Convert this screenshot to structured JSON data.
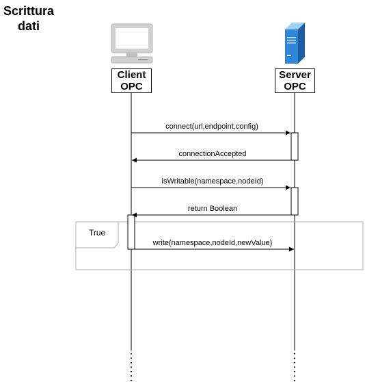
{
  "title": {
    "line1": "Scrittura",
    "line2": "dati"
  },
  "actors": [
    {
      "name": "client",
      "line1": "Client",
      "line2": "OPC",
      "icon": "computer-icon"
    },
    {
      "name": "server",
      "line1": "Server",
      "line2": "OPC",
      "icon": "server-tower-icon"
    }
  ],
  "messages": [
    {
      "label": "connect(url,endpoint,config)",
      "from": "client",
      "to": "server"
    },
    {
      "label": "connectionAccepted",
      "from": "server",
      "to": "client"
    },
    {
      "label": "isWritable(namespace,nodeId)",
      "from": "client",
      "to": "server"
    },
    {
      "label": "return Boolean",
      "from": "server",
      "to": "client"
    },
    {
      "label": "write(namespace,nodeId,newValue)",
      "from": "client",
      "to": "server"
    }
  ],
  "fragment": {
    "condition": "True"
  },
  "colors": {
    "line": "#000000",
    "monitor": "#c8c8c8",
    "server_blue": "#2f86d6",
    "frame_border": "#b0b0b0"
  }
}
